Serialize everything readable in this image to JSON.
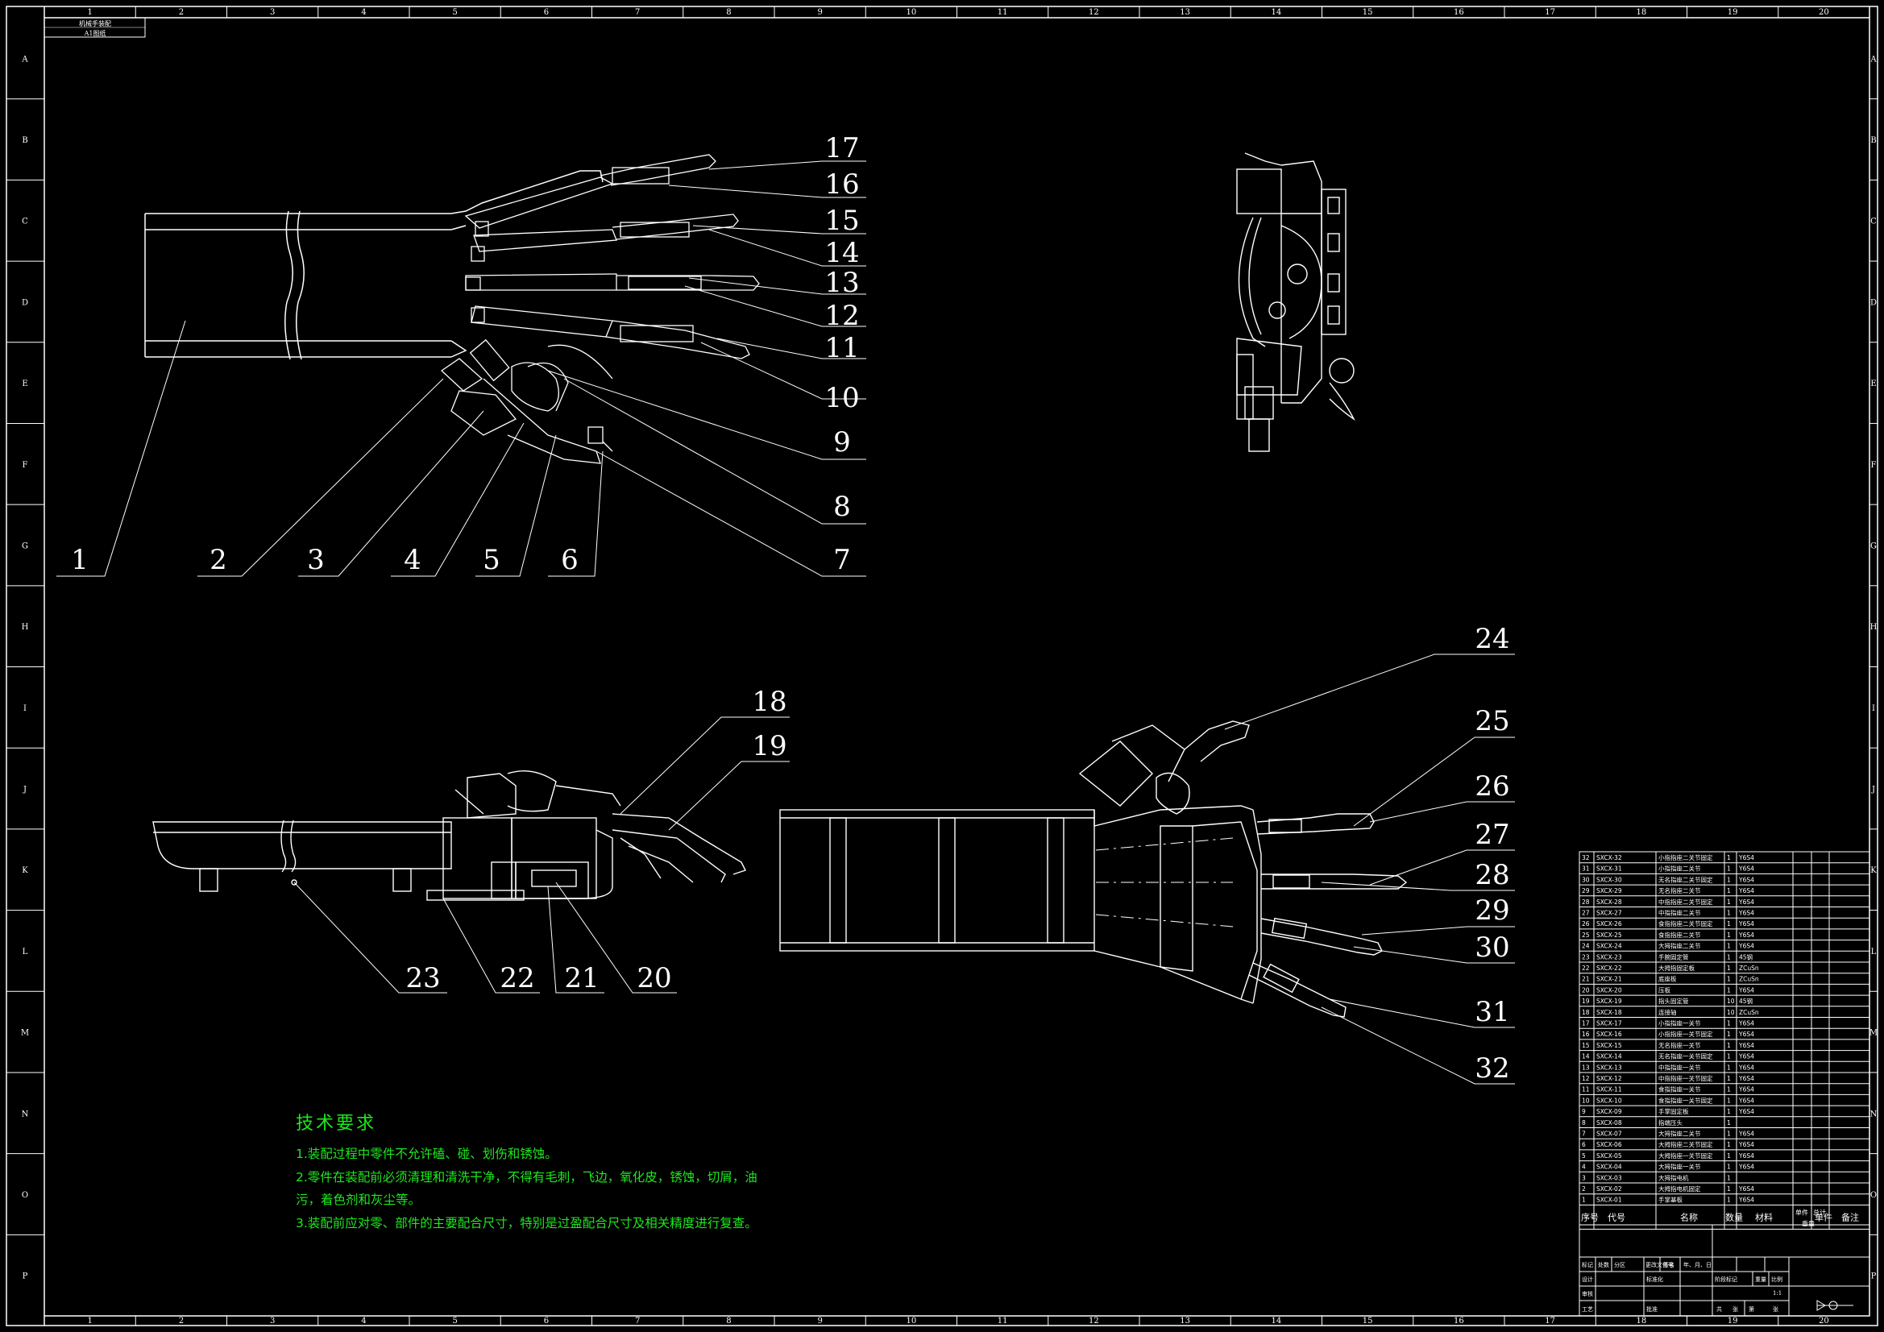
{
  "theme": {
    "background": "#000000",
    "line": "#ffffff",
    "note_color": "#1ee81e"
  },
  "border": {
    "columns": [
      "1",
      "2",
      "3",
      "4",
      "5",
      "6",
      "7",
      "8",
      "9",
      "10",
      "11",
      "12",
      "13",
      "14",
      "15",
      "16",
      "17",
      "18",
      "19",
      "20"
    ],
    "rows": [
      "A",
      "B",
      "C",
      "D",
      "E",
      "F",
      "G",
      "H",
      "I",
      "J",
      "K",
      "L",
      "M",
      "N",
      "O",
      "P"
    ]
  },
  "top_left_box": {
    "line1": "机械手装配",
    "line2": "A1图纸"
  },
  "balloons": {
    "n1": "1",
    "n2": "2",
    "n3": "3",
    "n4": "4",
    "n5": "5",
    "n6": "6",
    "n7": "7",
    "n8": "8",
    "n9": "9",
    "n10": "10",
    "n11": "11",
    "n12": "12",
    "n13": "13",
    "n14": "14",
    "n15": "15",
    "n16": "16",
    "n17": "17",
    "n18": "18",
    "n19": "19",
    "n20": "20",
    "n21": "21",
    "n22": "22",
    "n23": "23",
    "n24": "24",
    "n25": "25",
    "n26": "26",
    "n27": "27",
    "n28": "28",
    "n29": "29",
    "n30": "30",
    "n31": "31",
    "n32": "32"
  },
  "notes": {
    "title": "技术要求",
    "lines": [
      "1.装配过程中零件不允许磕、碰、划伤和锈蚀。",
      "2.零件在装配前必须清理和清洗干净，不得有毛刺，飞边，氧化皮，锈蚀，切屑，油",
      "污，着色剂和灰尘等。",
      "3.装配前应对零、部件的主要配合尺寸，特别是过盈配合尺寸及相关精度进行复查。"
    ]
  },
  "bom": {
    "header": {
      "no": "序号",
      "code": "代号",
      "name": "名称",
      "qty": "数量",
      "material": "材料",
      "weight1": "单件",
      "weight2": "总计",
      "weight3": "重量",
      "remark": "备注"
    },
    "rows": [
      [
        "32",
        "SXCX-32",
        "小指指座二关节固定",
        "1",
        "Y6S4"
      ],
      [
        "31",
        "SXCX-31",
        "小指指座二关节",
        "1",
        "Y6S4"
      ],
      [
        "30",
        "SXCX-30",
        "无名指座二关节固定",
        "1",
        "Y6S4"
      ],
      [
        "29",
        "SXCX-29",
        "无名指座二关节",
        "1",
        "Y6S4"
      ],
      [
        "28",
        "SXCX-28",
        "中指指座二关节固定",
        "1",
        "Y6S4"
      ],
      [
        "27",
        "SXCX-27",
        "中指指座二关节",
        "1",
        "Y6S4"
      ],
      [
        "26",
        "SXCX-26",
        "食指指座二关节固定",
        "1",
        "Y6S4"
      ],
      [
        "25",
        "SXCX-25",
        "食指指座二关节",
        "1",
        "Y6S4"
      ],
      [
        "24",
        "SXCX-24",
        "大拇指座二关节",
        "1",
        "Y6S4"
      ],
      [
        "23",
        "SXCX-23",
        "手腕固定管",
        "1",
        "45钢"
      ],
      [
        "22",
        "SXCX-22",
        "大拇指固定板",
        "1",
        "ZCuSn"
      ],
      [
        "21",
        "SXCX-21",
        "底座板",
        "1",
        "ZCuSn"
      ],
      [
        "20",
        "SXCX-20",
        "压板",
        "1",
        "Y6S4"
      ],
      [
        "19",
        "SXCX-19",
        "指头固定管",
        "10",
        "45钢"
      ],
      [
        "18",
        "SXCX-18",
        "连接轴",
        "10",
        "ZCuSn"
      ],
      [
        "17",
        "SXCX-17",
        "小指指座一关节",
        "1",
        "Y6S4"
      ],
      [
        "16",
        "SXCX-16",
        "小指指座一关节固定",
        "1",
        "Y6S4"
      ],
      [
        "15",
        "SXCX-15",
        "无名指座一关节",
        "1",
        "Y6S4"
      ],
      [
        "14",
        "SXCX-14",
        "无名指座一关节固定",
        "1",
        "Y6S4"
      ],
      [
        "13",
        "SXCX-13",
        "中指指座一关节",
        "1",
        "Y6S4"
      ],
      [
        "12",
        "SXCX-12",
        "中指指座一关节固定",
        "1",
        "Y6S4"
      ],
      [
        "11",
        "SXCX-11",
        "食指指座一关节",
        "1",
        "Y6S4"
      ],
      [
        "10",
        "SXCX-10",
        "食指指座一关节固定",
        "1",
        "Y6S4"
      ],
      [
        "9",
        "SXCX-09",
        "手掌固定板",
        "1",
        "Y6S4"
      ],
      [
        "8",
        "SXCX-08",
        "指端压头",
        "1",
        ""
      ],
      [
        "7",
        "SXCX-07",
        "大拇指座二关节",
        "1",
        "Y6S4"
      ],
      [
        "6",
        "SXCX-06",
        "大拇指座二关节固定",
        "1",
        "Y6S4"
      ],
      [
        "5",
        "SXCX-05",
        "大拇指座一关节固定",
        "1",
        "Y6S4"
      ],
      [
        "4",
        "SXCX-04",
        "大拇指座一关节",
        "1",
        "Y6S4"
      ],
      [
        "3",
        "SXCX-03",
        "大拇指电机",
        "1",
        ""
      ],
      [
        "2",
        "SXCX-02",
        "大拇指电机固定",
        "1",
        "Y6S4"
      ],
      [
        "1",
        "SXCX-01",
        "手掌基板",
        "1",
        "Y6S4"
      ]
    ]
  },
  "title_block": {
    "r1": [
      "标记",
      "处数",
      "分区",
      "更改文件号",
      "签名",
      "年、月、日"
    ],
    "r2": [
      "设计",
      "",
      "标准化",
      "",
      "阶段标记",
      "重量",
      "比例"
    ],
    "scale": "1:1",
    "r3": [
      "审核",
      ""
    ],
    "r4": [
      "工艺",
      "",
      "批准",
      "",
      "共",
      "张",
      "第",
      "张"
    ]
  }
}
